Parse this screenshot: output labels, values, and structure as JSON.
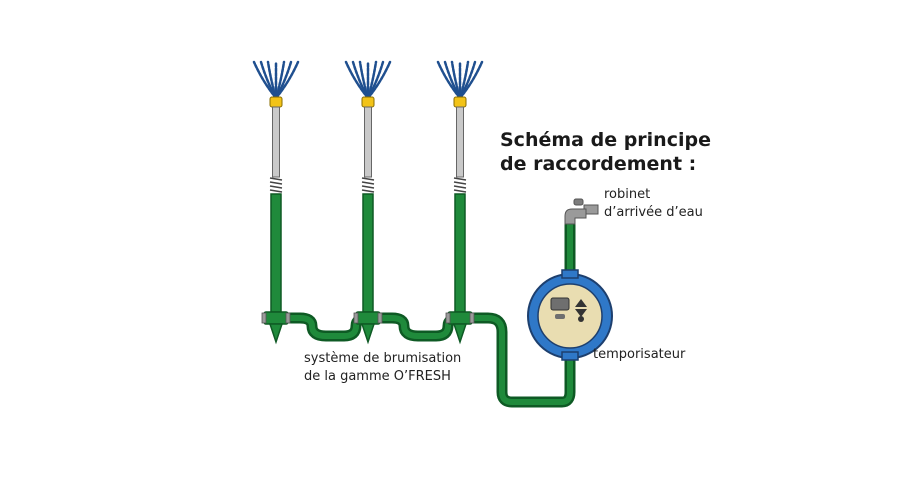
{
  "title": {
    "line1": "Schéma de principe",
    "line2": "de raccordement :"
  },
  "labels": {
    "faucet": {
      "line1": "robinet",
      "line2": "d’arrivée d’eau"
    },
    "timer": "temporisateur",
    "system": {
      "line1": "système de brumisation",
      "line2": "de la gamme O’FRESH"
    }
  },
  "colors": {
    "pipe_green": "#1f8a3b",
    "pipe_dark": "#0e5a24",
    "timer_blue": "#2f78c8",
    "timer_face": "#e9ddb1",
    "nozzle_blue": "#1f4f8f",
    "collar_yellow": "#f2c318",
    "rod_grey": "#c9c9c9",
    "faucet_grey": "#9a9a9a"
  },
  "icons": [
    "faucet-icon",
    "timer-icon",
    "mister-icon"
  ]
}
